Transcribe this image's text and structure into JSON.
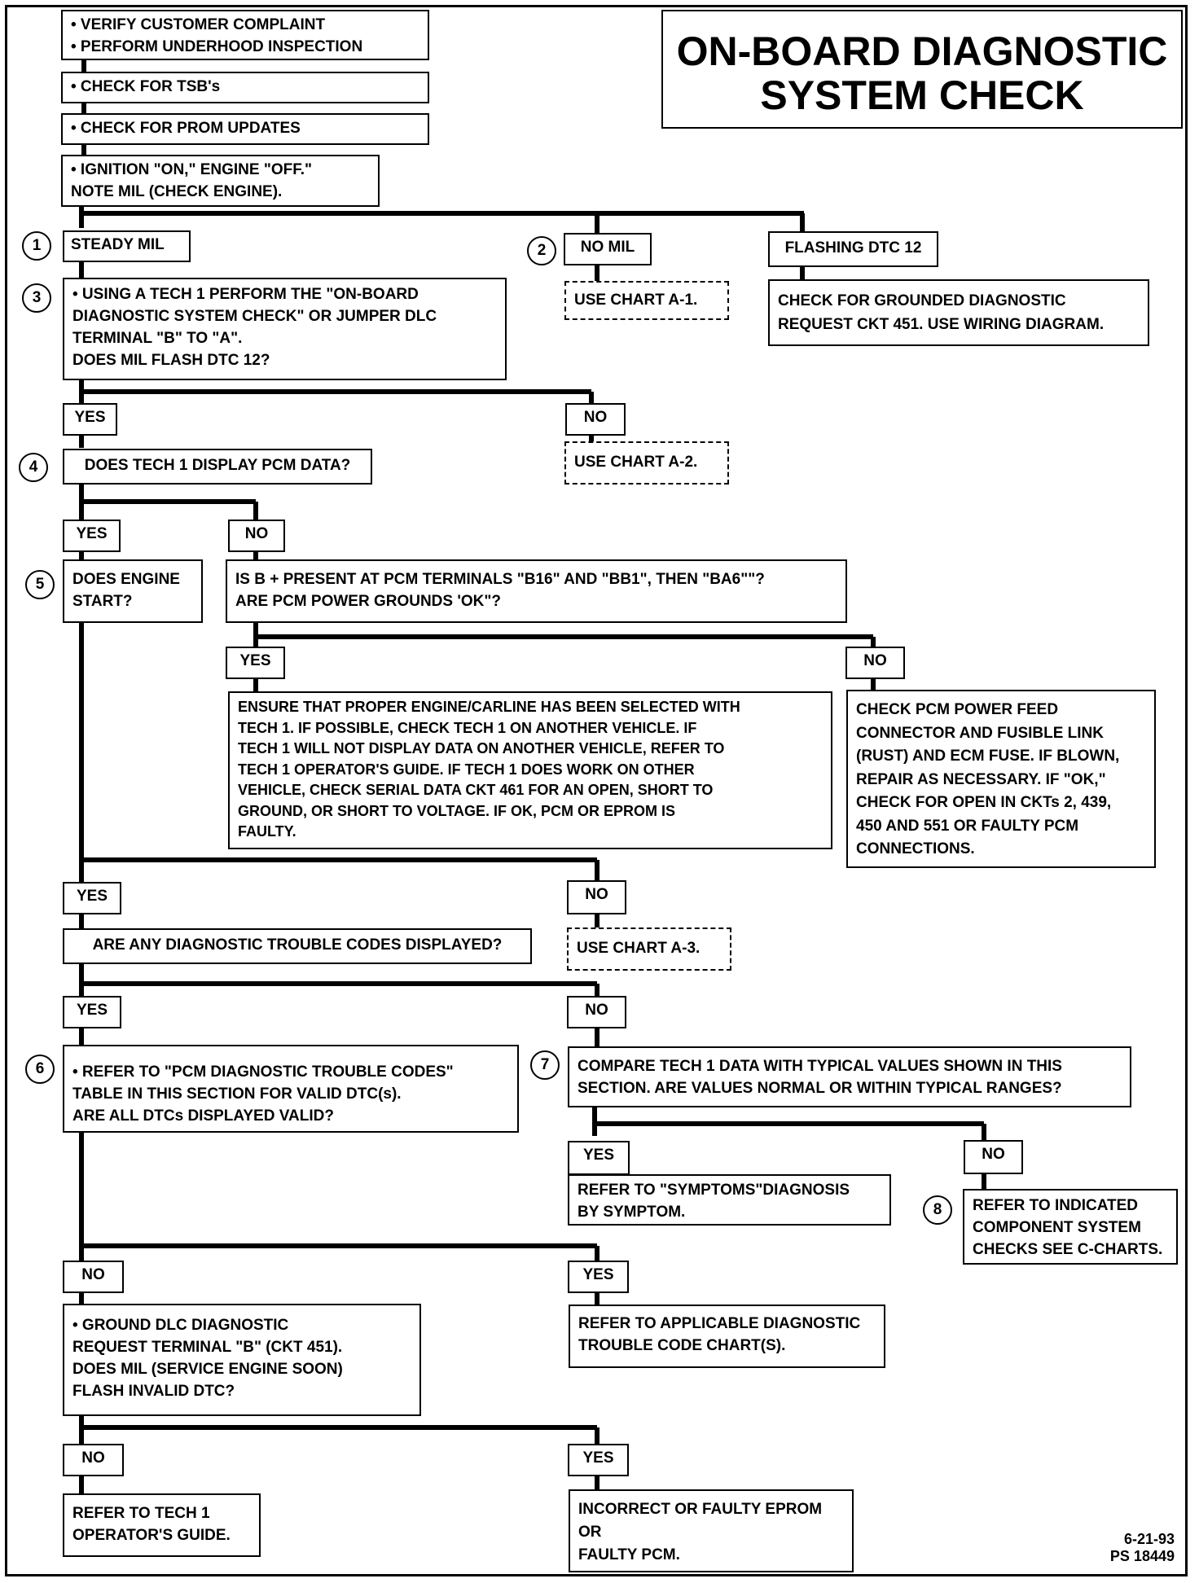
{
  "title": "ON-BOARD DIAGNOSTIC SYSTEM CHECK",
  "footer": {
    "date": "6-21-93",
    "ps": "PS 18449"
  },
  "steps": {
    "start1": "•  VERIFY CUSTOMER COMPLAINT\n•  PERFORM UNDERHOOD INSPECTION",
    "start2": "•  CHECK FOR TSB's",
    "start3": "•  CHECK FOR PROM UPDATES",
    "start4": "•  IGNITION \"ON,\" ENGINE \"OFF.\"\n    NOTE MIL (CHECK ENGINE).",
    "steady_mil": "STEADY MIL",
    "no_mil": "NO MIL",
    "flashing_dtc": "FLASHING DTC 12",
    "chart_a1": "USE CHART A-1.",
    "grounded_diag": "CHECK FOR GROUNDED DIAGNOSTIC\nREQUEST CKT 451.  USE WIRING DIAGRAM.",
    "tech1_check": "•  USING A TECH 1 PERFORM THE \"ON-BOARD\n    DIAGNOSTIC SYSTEM CHECK\" OR JUMPER DLC\n    TERMINAL \"B\" TO \"A\".\n    DOES MIL FLASH DTC 12?",
    "yes1": "YES",
    "no1": "NO",
    "chart_a2": "USE CHART A-2.",
    "display_pcm": "DOES TECH 1 DISPLAY PCM DATA?",
    "yes2": "YES",
    "no2": "NO",
    "engine_start": "DOES ENGINE\nSTART?",
    "b_plus": "IS B + PRESENT AT PCM TERMINALS \"B16\" AND \"BB1\", THEN \"BA6\"\"?\nARE PCM POWER GROUNDS 'OK\"?",
    "yes3": "YES",
    "no3": "NO",
    "ensure": "ENSURE THAT PROPER ENGINE/CARLINE HAS BEEN SELECTED WITH\nTECH 1.  IF POSSIBLE, CHECK TECH 1 ON ANOTHER VEHICLE.  IF\nTECH 1 WILL NOT DISPLAY DATA ON ANOTHER VEHICLE, REFER TO\nTECH 1 OPERATOR'S GUIDE.  IF TECH 1 DOES WORK ON OTHER\nVEHICLE, CHECK SERIAL DATA CKT 461 FOR AN OPEN, SHORT TO\nGROUND, OR SHORT TO VOLTAGE.  IF OK, PCM OR EPROM IS\nFAULTY.",
    "power_feed": "CHECK PCM POWER FEED\nCONNECTOR AND FUSIBLE LINK\n(RUST) AND ECM FUSE.  IF BLOWN,\nREPAIR AS NECESSARY.   IF \"OK,\"\nCHECK FOR  OPEN IN CKTs 2, 439,\n450 AND 551  OR FAULTY PCM\nCONNECTIONS.",
    "yes4": "YES",
    "no4": "NO",
    "any_dtc": "ARE ANY DIAGNOSTIC TROUBLE CODES DISPLAYED?",
    "chart_a3": "USE CHART A-3.",
    "yes5": "YES",
    "no5": "NO",
    "refer_dtc_table": "•  REFER TO \"PCM DIAGNOSTIC TROUBLE CODES\"\n    TABLE IN THIS SECTION FOR VALID DTC(s).\n    ARE ALL DTCs DISPLAYED VALID?",
    "compare": "COMPARE TECH 1 DATA WITH TYPICAL VALUES SHOWN IN THIS\nSECTION.  ARE VALUES NORMAL OR WITHIN TYPICAL RANGES?",
    "yes6": "YES",
    "no6": "NO",
    "symptoms": "REFER TO \"SYMPTOMS\"DIAGNOSIS\nBY SYMPTOM.",
    "component": "REFER TO INDICATED\nCOMPONENT SYSTEM\nCHECKS SEE C-CHARTS.",
    "no7": "NO",
    "yes7": "YES",
    "ground_dlc": "•  GROUND DLC DIAGNOSTIC\n    REQUEST TERMINAL \"B\" (CKT 451).\n    DOES MIL (SERVICE ENGINE SOON)\n    FLASH INVALID DTC?",
    "applicable": "REFER TO APPLICABLE DIAGNOSTIC\nTROUBLE CODE CHART(S).",
    "no8": "NO",
    "yes8": "YES",
    "operator_guide": "REFER TO TECH 1\nOPERATOR'S GUIDE.",
    "faulty_eprom": "INCORRECT OR FAULTY EPROM\nOR\nFAULTY PCM."
  },
  "markers": {
    "m1": "1",
    "m2": "2",
    "m3": "3",
    "m4": "4",
    "m5": "5",
    "m6": "6",
    "m7": "7",
    "m8": "8"
  }
}
